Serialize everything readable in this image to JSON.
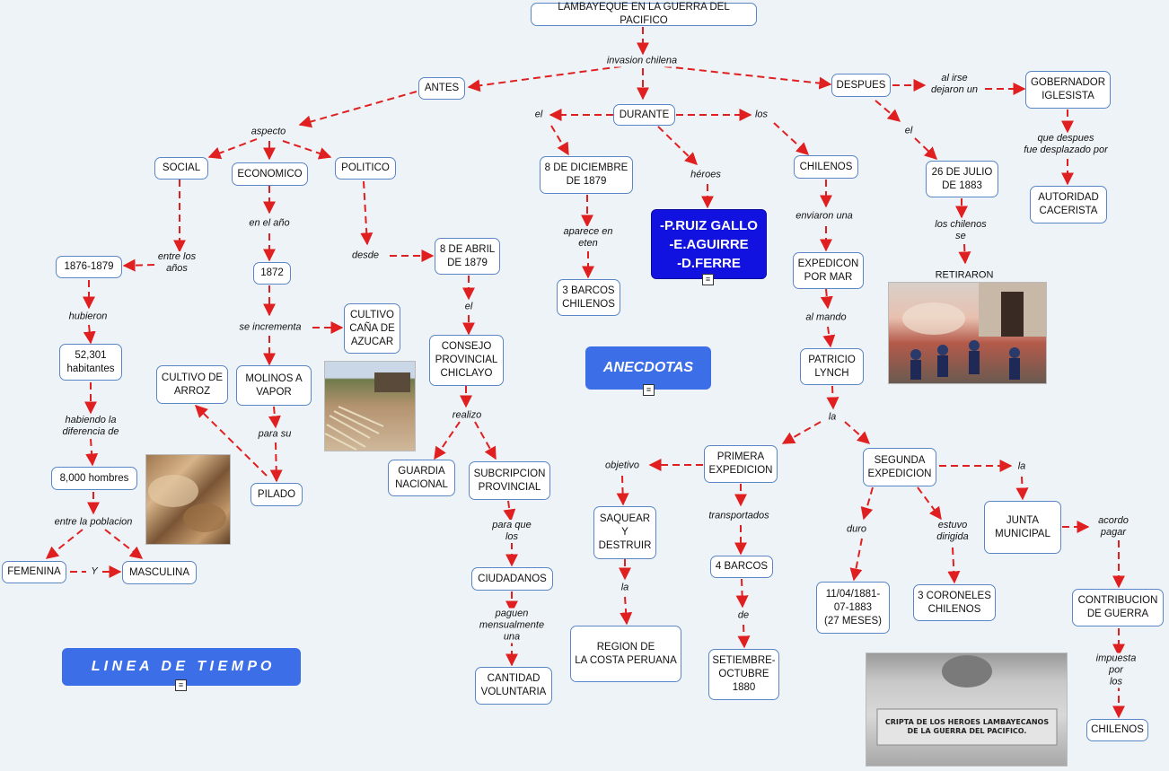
{
  "nodes": {
    "root": "LAMBAYEQUE EN LA GUERRA DEL PACIFICO",
    "antes": "ANTES",
    "durante": "DURANTE",
    "despues": "DESPUES",
    "social": "SOCIAL",
    "economico": "ECONOMICO",
    "politico": "POLITICO",
    "y1876": "1876-1879",
    "hab": "52,301\nhabitantes",
    "hombres": "8,000 hombres",
    "femenina": "FEMENINA",
    "masculina": "MASCULINA",
    "y1872": "1872",
    "cana": "CULTIVO\nCAÑA DE\nAZUCAR",
    "arroz": "CULTIVO DE\nARROZ",
    "molinos": "MOLINOS A\nVAPOR",
    "pilado": "PILADO",
    "abril": "8 DE ABRIL\nDE 1879",
    "consejo": "CONSEJO\nPROVINCIAL\nCHICLAYO",
    "guardia": "GUARDIA\nNACIONAL",
    "subcripcion": "SUBCRIPCION\nPROVINCIAL",
    "ciudadanos": "CIUDADANOS",
    "cantidad": "CANTIDAD\nVOLUNTARIA",
    "dic": "8 DE DICIEMBRE\nDE 1879",
    "barcos3": "3 BARCOS\nCHILENOS",
    "chilenos": "CHILENOS",
    "expedicon": "EXPEDICON\nPOR MAR",
    "lynch": "PATRICIO\nLYNCH",
    "primera": "PRIMERA\nEXPEDICION",
    "segunda": "SEGUNDA\nEXPEDICION",
    "saquear": "SAQUEAR\nY\nDESTRUIR",
    "region": "REGION DE\nLA COSTA PERUANA",
    "barcos4": "4 BARCOS",
    "setiembre": "SETIEMBRE-\nOCTUBRE\n1880",
    "fecha1881": "11/04/1881-\n07-1883\n(27 MESES)",
    "coroneles": "3 CORONELES\nCHILENOS",
    "junta": "JUNTA\nMUNICIPAL",
    "contribucion": "CONTRIBUCION\nDE GUERRA",
    "chilenos2": "CHILENOS",
    "julio": "26 DE JULIO\nDE 1883",
    "gobernador": "GOBERNADOR\nIGLESISTA",
    "autoridad": "AUTORIDAD\nCACERISTA"
  },
  "labels": {
    "invasion": "invasion chilena",
    "aspecto": "aspecto",
    "entre_anos": "entre los\naños",
    "hubieron": "hubieron",
    "habiendo": "habiendo la\ndiferencia de",
    "entre_poblacion": "entre la poblacion",
    "y": "Y",
    "en_el_ano": "en el año",
    "se_incrementa": "se incrementa",
    "para_su": "para su",
    "desde": "desde",
    "el_consejo": "el",
    "realizo": "realizo",
    "para_que": "para que\nlos",
    "paguen": "paguen\nmensualmente\nuna",
    "el_dic": "el",
    "aparece": "aparece en\neten",
    "heroes": "héroes",
    "los": "los",
    "enviaron": "enviaron una",
    "al_mando": "al mando",
    "la": "la",
    "objetivo": "objetivo",
    "la_region": "la",
    "transportados": "transportados",
    "de": "de",
    "duro": "duro",
    "estuvo": "estuvo\ndirigida",
    "la_junta": "la",
    "acordo": "acordo\npagar",
    "impuesta": "impuesta por\nlos",
    "el_julio": "el",
    "chilenos_se": "los chilenos\nse",
    "retiraron": "RETIRARON",
    "al_irse": "al irse\ndejaron un",
    "que_despues": "que despues\nfue desplazado por"
  },
  "banners": {
    "heroes": "-P.RUIZ GALLO\n-E.AGUIRRE\n-D.FERRE",
    "anecdotas": "ANECDOTAS",
    "linea": "L I N E A   D E   T I E M P O"
  },
  "images": {
    "sugar": "sugar-grains-photo",
    "cane": "sugar-cane-field-photo",
    "battle": "battle-painting",
    "crypt": "crypt-plaque-photo",
    "crypt_text": "CRIPTA DE LOS HEROES LAMBAYECANOS\nDE LA GUERRA DEL PACIFICO."
  },
  "colors": {
    "edge": "#e02020",
    "node_border": "#5a86c6",
    "banner": "#3c6ee8",
    "heroes_bg": "#1212e0"
  }
}
